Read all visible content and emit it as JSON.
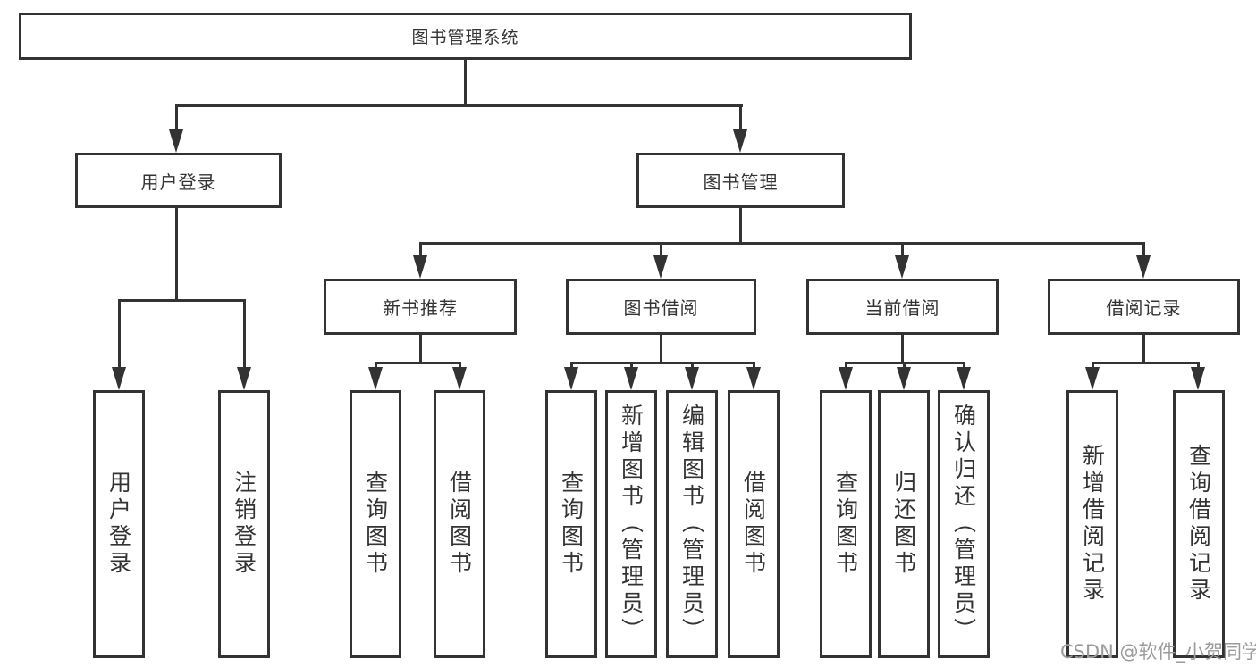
{
  "diagram": {
    "root": "图书管理系统",
    "branches": [
      {
        "label": "用户登录",
        "leaves": [
          "用户登录",
          "注销登录"
        ]
      },
      {
        "label": "图书管理",
        "groups": [
          {
            "label": "新书推荐",
            "leaves": [
              "查询图书",
              "借阅图书"
            ]
          },
          {
            "label": "图书借阅",
            "leaves": [
              "查询图书",
              "新增图书（管理员）",
              "编辑图书（管理员）",
              "借阅图书"
            ]
          },
          {
            "label": "当前借阅",
            "leaves": [
              "查询图书",
              "归还图书",
              "确认归还（管理员）"
            ]
          },
          {
            "label": "借阅记录",
            "leaves": [
              "新增借阅记录",
              "查询借阅记录"
            ]
          }
        ]
      }
    ],
    "watermark": "CSDN @软件_小贺同学",
    "colors": {
      "line": "#333333",
      "text": "#333333",
      "background": "#ffffff",
      "watermark": "#9b9b9b"
    }
  }
}
